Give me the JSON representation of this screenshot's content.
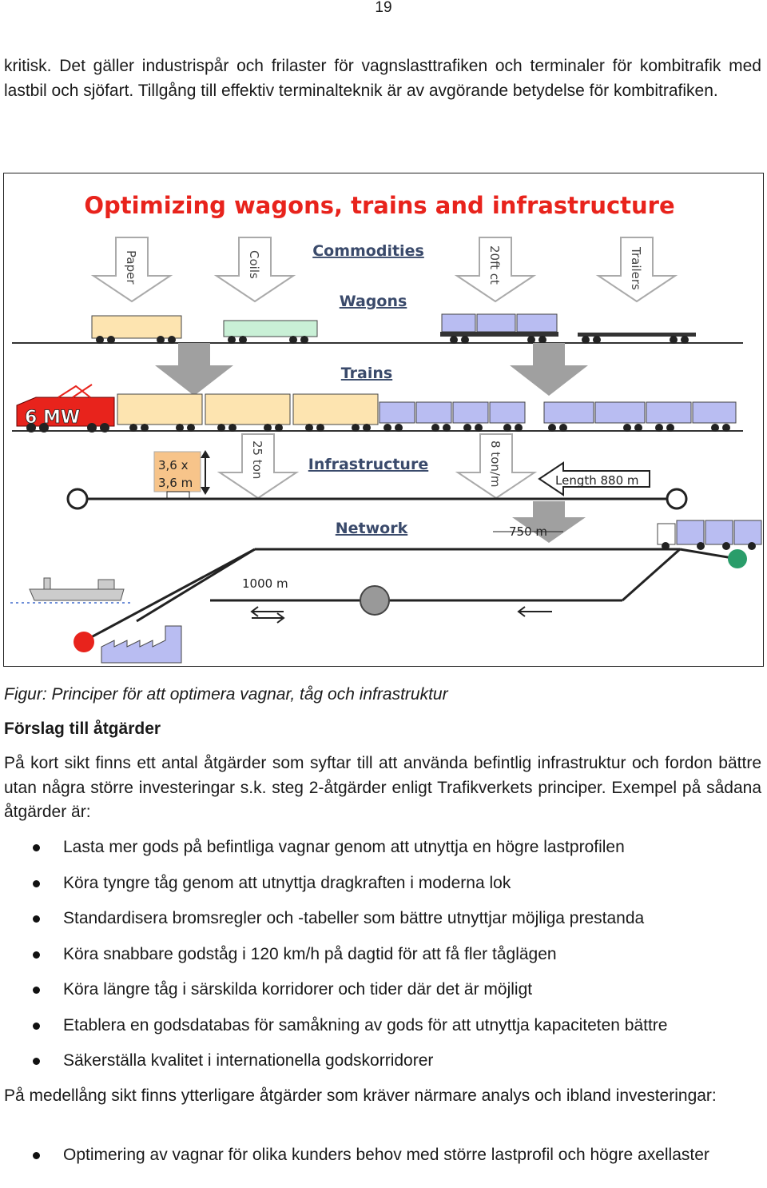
{
  "page_number": "19",
  "intro_paragraph": "kritisk. Det gäller industrispår och frilaster för vagnslasttrafiken och terminaler för kombitrafik med lastbil och sjöfart. Tillgång till effektiv terminalteknik är av avgörande betydelse för kombitrafiken.",
  "figure": {
    "title": "Optimizing wagons, trains and infrastructure",
    "commodities_label": "Commodities",
    "wagons_label": "Wagons",
    "trains_label": "Trains",
    "infrastructure_label": "Infrastructure",
    "network_label": "Network",
    "arrow_paper": "Paper",
    "arrow_coils": "Coils",
    "arrow_20ft": "20ft ct",
    "arrow_trailers": "Trailers",
    "arrow_25ton": "25 ton",
    "arrow_8ton": "8 ton/m",
    "locomotive_power": "6 MW",
    "profile_line1": "3,6 x",
    "profile_line2": "3,6 m",
    "train_length": "Length 880 m",
    "siding_750": "750 m",
    "siding_1000": "1000 m",
    "colors": {
      "title_red": "#e8231c",
      "label_blue": "#3a4a6b",
      "loco_red": "#e8231c",
      "wagon_yellow": "#fde4b0",
      "wagon_green": "#c9f0d6",
      "wagon_blue": "#b9bdf2",
      "profile_orange": "#f7c48a",
      "node_grey": "#999999",
      "node_red": "#e8231c",
      "node_green": "#2a9d6a"
    }
  },
  "caption": "Figur: Principer för att optimera vagnar, tåg och infrastruktur",
  "heading": "Förslag till åtgärder",
  "paragraph_short_term": "På kort sikt finns ett antal åtgärder som syftar till att använda befintlig infrastruktur och fordon bättre utan några större investeringar s.k. steg 2-åtgärder enligt Trafikverkets principer. Exempel på sådana åtgärder är:",
  "short_term_bullets": [
    "Lasta mer gods på befintliga vagnar genom att utnyttja en högre lastprofilen",
    "Köra tyngre tåg genom att utnyttja dragkraften i moderna lok",
    "Standardisera bromsregler och -tabeller som bättre utnyttjar möjliga prestanda",
    "Köra snabbare godståg i 120 km/h på dagtid för att få fler tåglägen",
    "Köra längre tåg i särskilda korridorer och tider där det är möjligt",
    "Etablera en godsdatabas för samåkning av gods för att utnyttja kapaciteten bättre",
    "Säkerställa kvalitet i internationella godskorridorer"
  ],
  "paragraph_medium_term": "På medellång sikt finns ytterligare åtgärder som kräver närmare analys och ibland investeringar:",
  "medium_term_bullets": [
    "Optimering av vagnar för olika kunders behov med större lastprofil och högre axellaster"
  ]
}
